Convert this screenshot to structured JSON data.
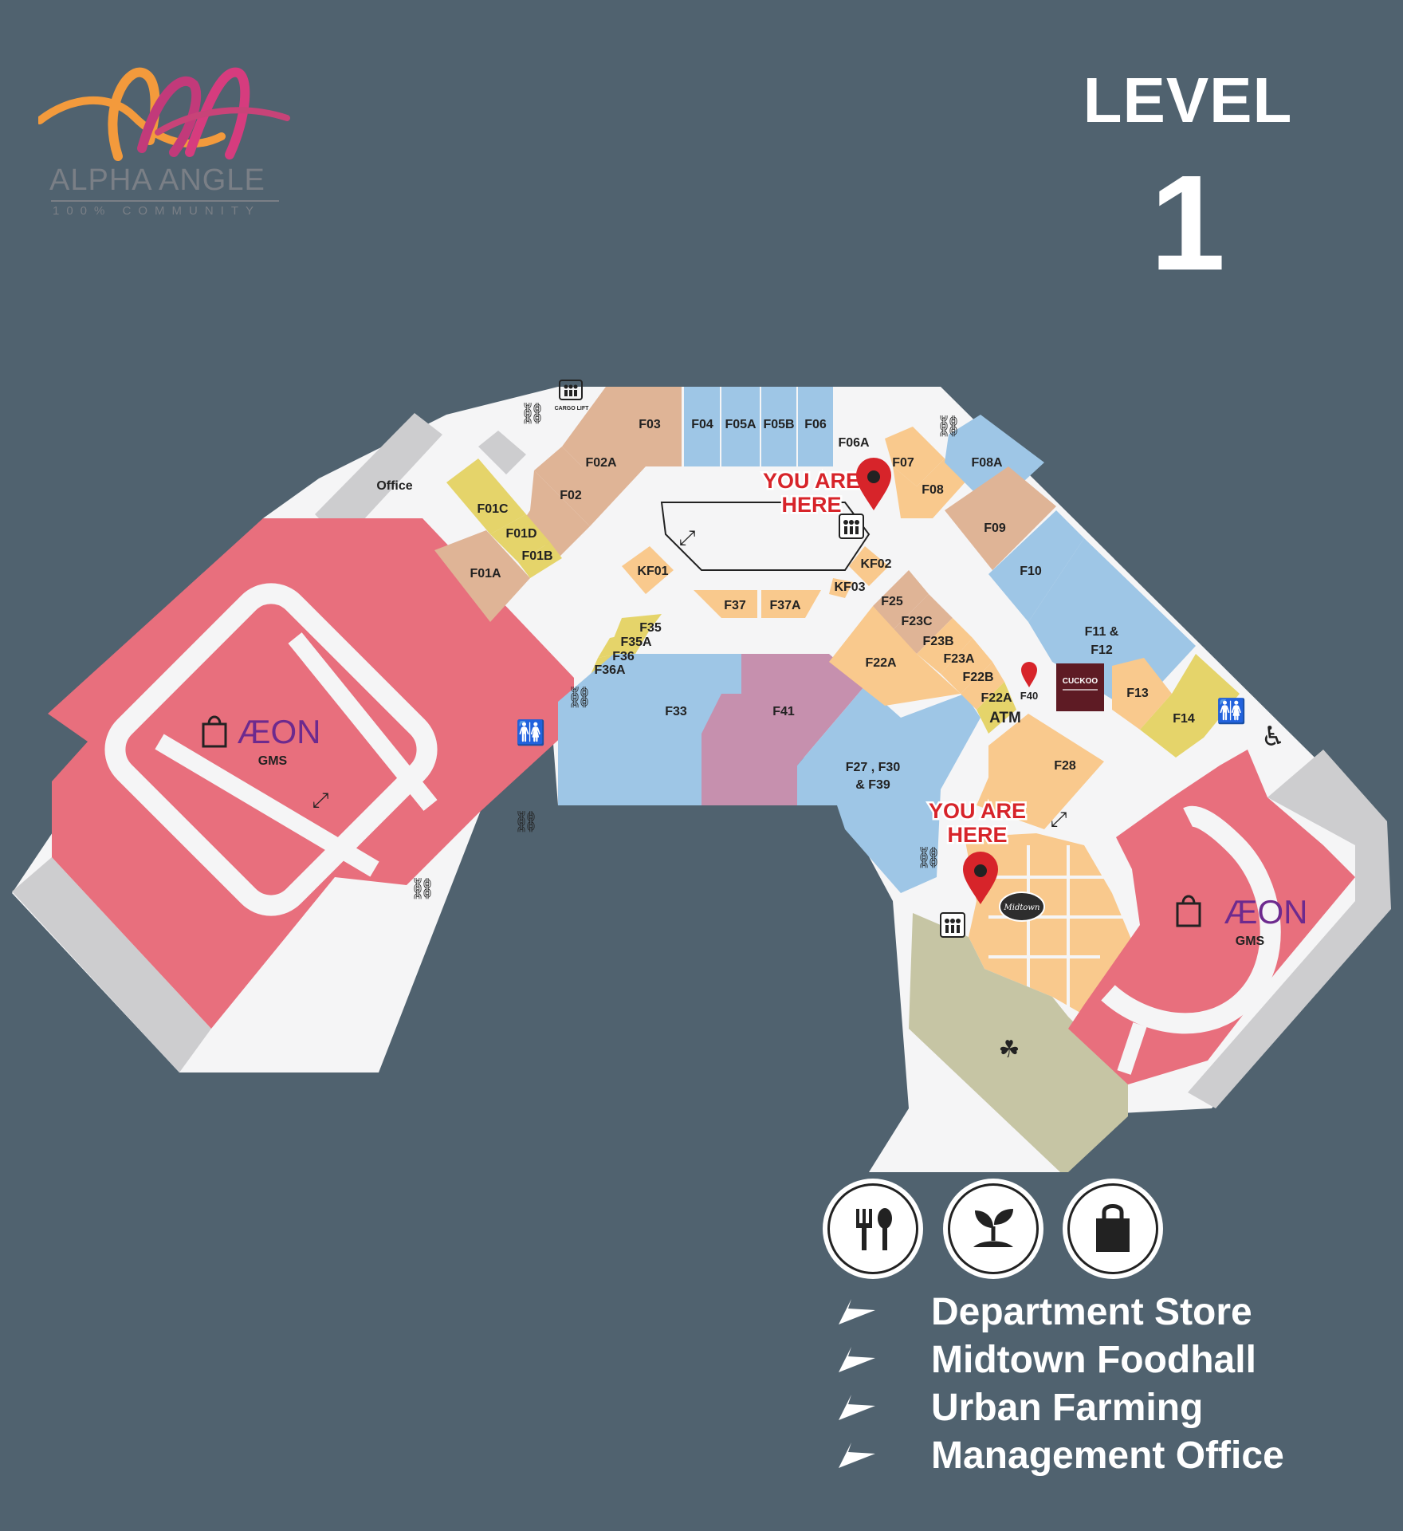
{
  "logo": {
    "name": "ALPHA ANGLE",
    "tagline": "100% COMMUNITY"
  },
  "level": {
    "title": "LEVEL",
    "number": "1"
  },
  "units": [
    {
      "id": "F03",
      "label": "F03",
      "category": "fb"
    },
    {
      "id": "F04",
      "label": "F04",
      "category": "retail"
    },
    {
      "id": "F05A",
      "label": "F05A",
      "category": "retail"
    },
    {
      "id": "F05B",
      "label": "F05B",
      "category": "retail"
    },
    {
      "id": "F06",
      "label": "F06",
      "category": "retail"
    },
    {
      "id": "F06A",
      "label": "F06A",
      "category": "corridor"
    },
    {
      "id": "F07",
      "label": "F07",
      "category": "food"
    },
    {
      "id": "F08",
      "label": "F08",
      "category": "food"
    },
    {
      "id": "F08A",
      "label": "F08A",
      "category": "retail"
    },
    {
      "id": "F09",
      "label": "F09",
      "category": "fb"
    },
    {
      "id": "F10",
      "label": "F10",
      "category": "retail"
    },
    {
      "id": "F11_F12",
      "label": "F11 &",
      "label2": "F12",
      "category": "retail"
    },
    {
      "id": "F13",
      "label": "F13",
      "category": "food"
    },
    {
      "id": "F14",
      "label": "F14",
      "category": "service"
    },
    {
      "id": "F02A",
      "label": "F02A",
      "category": "fb"
    },
    {
      "id": "F02",
      "label": "F02",
      "category": "fb"
    },
    {
      "id": "F01C",
      "label": "F01C",
      "category": "service"
    },
    {
      "id": "F01D",
      "label": "F01D",
      "category": "service"
    },
    {
      "id": "F01B",
      "label": "F01B",
      "category": "service"
    },
    {
      "id": "F01A",
      "label": "F01A",
      "category": "fb"
    },
    {
      "id": "Office",
      "label": "Office",
      "category": "office"
    },
    {
      "id": "KF01",
      "label": "KF01",
      "category": "food"
    },
    {
      "id": "KF02",
      "label": "KF02",
      "category": "food"
    },
    {
      "id": "KF03",
      "label": "KF03",
      "category": "food"
    },
    {
      "id": "F37",
      "label": "F37",
      "category": "food"
    },
    {
      "id": "F37A",
      "label": "F37A",
      "category": "food"
    },
    {
      "id": "F35",
      "label": "F35",
      "category": "service"
    },
    {
      "id": "F35A",
      "label": "F35A",
      "category": "service"
    },
    {
      "id": "F36",
      "label": "F36",
      "category": "service"
    },
    {
      "id": "F36A",
      "label": "F36A",
      "category": "service"
    },
    {
      "id": "F33",
      "label": "F33",
      "category": "retail"
    },
    {
      "id": "F41",
      "label": "F41",
      "category": "entertainment"
    },
    {
      "id": "F25",
      "label": "F25",
      "category": "fb"
    },
    {
      "id": "F23C",
      "label": "F23C",
      "category": "fb"
    },
    {
      "id": "F23B",
      "label": "F23B",
      "category": "food"
    },
    {
      "id": "F23A",
      "label": "F23A",
      "category": "food"
    },
    {
      "id": "F22B",
      "label": "F22B",
      "category": "food"
    },
    {
      "id": "F22A_big",
      "label": "F22A",
      "category": "food"
    },
    {
      "id": "F22A_small",
      "label": "F22A",
      "category": "service"
    },
    {
      "id": "F40",
      "label": "F40",
      "category": "corridor"
    },
    {
      "id": "ATM",
      "label": "ATM",
      "category": "service"
    },
    {
      "id": "F27_F30_F39",
      "label": "F27 , F30",
      "label2": "& F39",
      "category": "retail"
    },
    {
      "id": "F28",
      "label": "F28",
      "category": "food"
    }
  ],
  "anchors": {
    "aeon_left": {
      "brand": "ÆON",
      "sub": "GMS"
    },
    "aeon_right": {
      "brand": "ÆON",
      "sub": "GMS"
    },
    "cuckoo": {
      "brand": "CUCKOO"
    },
    "midtown": {
      "brand": "Midtown"
    }
  },
  "markers": {
    "you_are_here_top": {
      "line1": "YOU ARE",
      "line2": "HERE"
    },
    "you_are_here_bottom": {
      "line1": "YOU ARE",
      "line2": "HERE"
    },
    "cargo_lift": "CARGO LIFT"
  },
  "colors": {
    "background": "#50626f",
    "corridor": "#f5f5f6",
    "fb": "#dfb496",
    "retail": "#9ec6e6",
    "food": "#f9c98d",
    "service": "#e5d46a",
    "anchor": "#e86f7d",
    "entertainment": "#c690ae",
    "office": "#cdcdcf",
    "urban_farm": "#c6c5a4",
    "marker_red": "#d7242a",
    "aeon_purple": "#6d2a8e"
  },
  "legend": [
    {
      "label": "Department Store"
    },
    {
      "label": "Midtown Foodhall"
    },
    {
      "label": "Urban Farming"
    },
    {
      "label": "Management Office"
    }
  ],
  "category_icons": [
    {
      "name": "food-icon"
    },
    {
      "name": "plant-icon"
    },
    {
      "name": "shopping-bag-icon"
    }
  ]
}
